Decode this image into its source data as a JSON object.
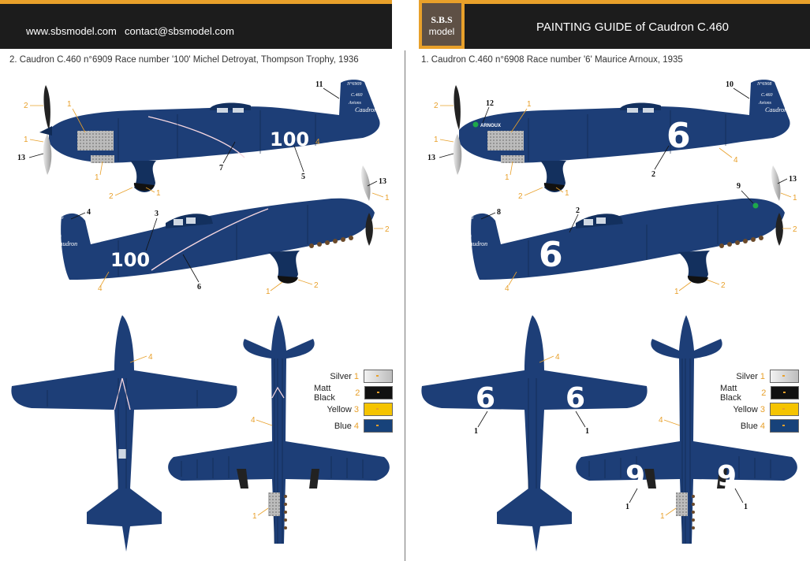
{
  "header": {
    "website": "www.sbsmodel.com",
    "email": "contact@sbsmodel.com",
    "logo_top": "S.B.S",
    "logo_bottom": "model",
    "title": "PAINTING GUIDE of Caudron C.460"
  },
  "left": {
    "subtitle": "2. Caudron C.460 n°6909 Race number '100' Michel Detroyat, Thompson Trophy, 1936",
    "race_number": "100",
    "tail_serial": "N°6909",
    "tail_code": "C.460",
    "tail_brand1": "Avions",
    "tail_brand2": "Caudron"
  },
  "right": {
    "subtitle": "1. Caudron C.460 n°6908 Race number '6' Maurice Arnoux, 1935",
    "race_number": "6",
    "wing_number": "9",
    "pilot_name": "ARNOUX",
    "tail_serial": "N°6908",
    "tail_code": "C.460",
    "tail_brand1": "Avions",
    "tail_brand2": "Caudron"
  },
  "callouts": {
    "n1": "1",
    "n2": "2",
    "n3": "3",
    "n4": "4",
    "n5": "5",
    "n6": "6",
    "n7": "7",
    "n8": "8",
    "n9": "9",
    "n10": "10",
    "n11": "11",
    "n12": "12",
    "n13": "13"
  },
  "legend": [
    {
      "name": "Silver",
      "num": "1",
      "color": "#d9d9d9"
    },
    {
      "name": "Matt Black",
      "num": "2",
      "color": "#111111"
    },
    {
      "name": "Yellow",
      "num": "3",
      "color": "#f5c400"
    },
    {
      "name": "Blue",
      "num": "4",
      "color": "#17427a"
    }
  ],
  "colors": {
    "blue": "#1d3e77",
    "dark_blue": "#13305e",
    "orange": "#e8a02a"
  }
}
